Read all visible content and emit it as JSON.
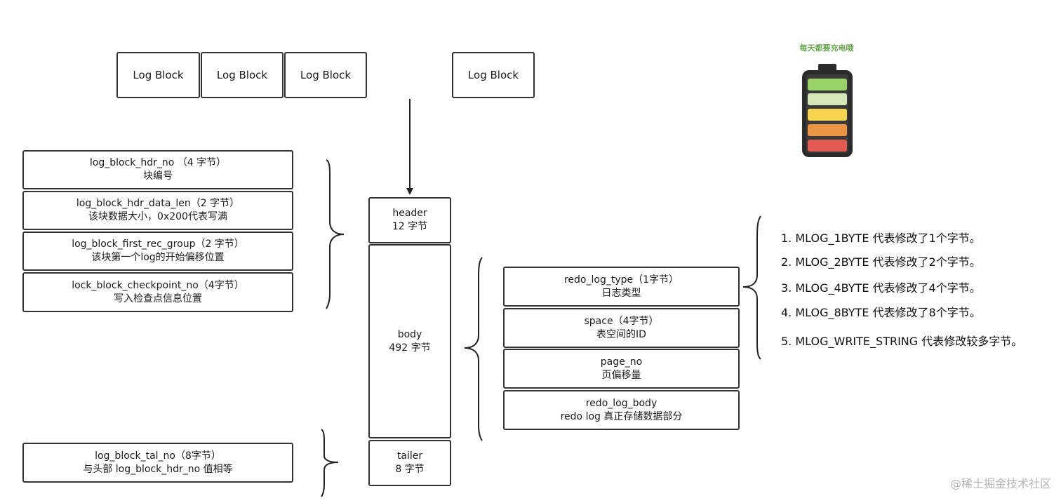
{
  "log_blocks": [
    "Log Block",
    "Log Block",
    "Log Block",
    "Log Block"
  ],
  "header_fields": [
    {
      "name": "log_block_hdr_no  （4 字节）",
      "desc": "块编号"
    },
    {
      "name": "log_block_hdr_data_len（2 字节）",
      "desc": "该块数据大小，0x200代表写满"
    },
    {
      "name": "log_block_first_rec_group（2 字节）",
      "desc": "该块第一个log的开始偏移位置"
    },
    {
      "name": "lock_block_checkpoint_no（4字节）",
      "desc": "写入检查点信息位置"
    }
  ],
  "block_parts": {
    "header": {
      "name": "header",
      "size": "12 字节"
    },
    "body": {
      "name": "body",
      "size": "492 字节"
    },
    "tailer": {
      "name": "tailer",
      "size": "8 字节"
    }
  },
  "tailer_field": {
    "name": "log_block_tal_no（8字节）",
    "desc": "与头部 log_block_hdr_no 值相等"
  },
  "body_fields": [
    {
      "name": "redo_log_type（1字节）",
      "desc": "日志类型"
    },
    {
      "name": "space（4字节）",
      "desc": "表空间的ID"
    },
    {
      "name": "page_no",
      "desc": "页偏移量"
    },
    {
      "name": "redo_log_body",
      "desc": "redo log 真正存储数据部分"
    }
  ],
  "type_list": [
    "1. MLOG_1BYTE 代表修改了1个字节。",
    "2. MLOG_2BYTE 代表修改了2个字节。",
    "3. MLOG_4BYTE 代表修改了4个字节。",
    "4. MLOG_8BYTE 代表修改了8个字节。",
    "5. MLOG_WRITE_STRING 代表修改较多字节。"
  ],
  "battery": {
    "title": "每天都要充电哦",
    "cell_colors": [
      "#9bd36b",
      "#d5e8b8",
      "#f7d54f",
      "#ea9444",
      "#e35b50"
    ]
  },
  "watermark": "@稀土掘金技术社区"
}
